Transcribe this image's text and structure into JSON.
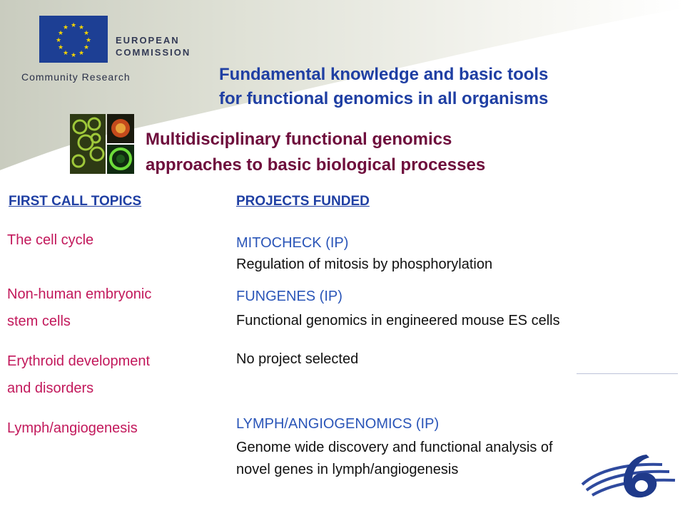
{
  "header": {
    "logo_line1": "EUROPEAN",
    "logo_line2": "COMMISSION",
    "community": "Community Research",
    "title_line1": "Fundamental knowledge and basic tools",
    "title_line2": "for functional genomics in all organisms",
    "subtitle_line1": "Multidisciplinary functional genomics",
    "subtitle_line2": "approaches to basic biological processes"
  },
  "columns": {
    "left_heading": "FIRST CALL TOPICS",
    "right_heading": "PROJECTS FUNDED"
  },
  "topics": [
    {
      "line1": "The cell cycle"
    },
    {
      "line1": "Non-human embryonic",
      "line2": "stem cells"
    },
    {
      "line1": "Erythroid development",
      "line2": "and disorders"
    },
    {
      "line1": "Lymph/angiogenesis"
    }
  ],
  "projects": [
    {
      "name": "MITOCHECK (IP)",
      "desc1": "Regulation of mitosis by phosphorylation"
    },
    {
      "name": "FUNGENES (IP)",
      "desc1": "Functional genomics in engineered mouse ES cells"
    },
    {
      "desc1": "No project selected"
    },
    {
      "name": "LYMPH/ANGIOGENOMICS (IP)",
      "desc1": "Genome wide discovery and functional analysis of",
      "desc2": "novel genes in lymph/angiogenesis"
    }
  ],
  "colors": {
    "heading_blue": "#1f3fa3",
    "subtitle_maroon": "#6e0d3c",
    "topic_pink": "#c2185b",
    "project_blue": "#2a55b8"
  },
  "icons": [
    "eu-flag-icon",
    "microscopy-image",
    "fp6-logo-icon"
  ]
}
